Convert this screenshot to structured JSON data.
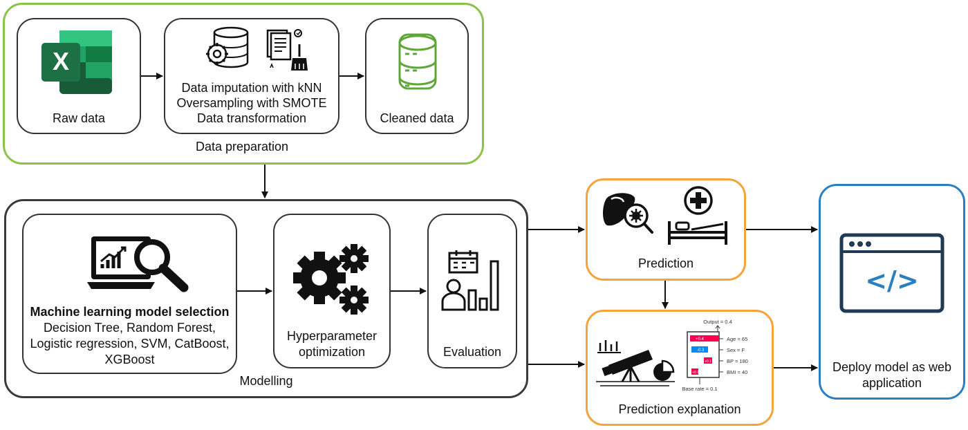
{
  "data_preparation": {
    "group_label": "Data preparation",
    "raw_data": "Raw data",
    "steps": [
      "Data imputation with kNN",
      "Oversampling with SMOTE",
      "Data transformation"
    ],
    "cleaned_data": "Cleaned data",
    "excel_letter": "X"
  },
  "modelling": {
    "group_label": "Modelling",
    "model_selection_title": "Machine learning model selection",
    "model_list": [
      "Decision Tree, Random Forest,",
      "Logistic regression, SVM, CatBoost,",
      "XGBoost"
    ],
    "hyperparameter": [
      "Hyperparameter",
      "optimization"
    ],
    "evaluation": "Evaluation"
  },
  "prediction": {
    "label": "Prediction"
  },
  "explanation": {
    "label": "Prediction explanation",
    "output": "Output = 0.4",
    "base_rate": "Base rate = 0.1",
    "features": [
      "Age = 65",
      "Sex = F",
      "BP = 180",
      "BMI = 40"
    ],
    "contributions": [
      "+0.4",
      "-0.3",
      "+0.1",
      "+0.1"
    ]
  },
  "deploy": {
    "label": [
      "Deploy model as web",
      "application"
    ],
    "code_symbol": "</>"
  },
  "colors": {
    "green": "#8bc34a",
    "orange": "#f5a33b",
    "blue": "#2a7fc0",
    "dark": "#3a3a3a",
    "excel_green": "#1d7044",
    "shap_red": "#ff0051",
    "shap_blue": "#008bfb"
  }
}
